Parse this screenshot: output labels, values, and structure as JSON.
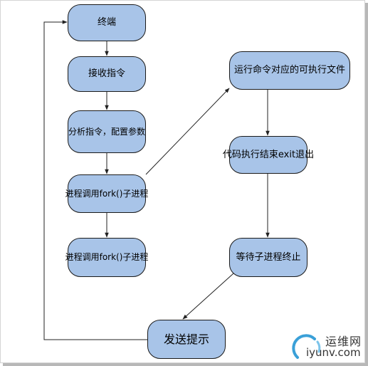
{
  "nodes": {
    "terminal": "终端",
    "receive": "接收指令",
    "parse": "分析指令，配置参数",
    "fork1": "进程调用fork()子进程",
    "fork2": "进程调用fork()子进程",
    "exec": "运行命令对应的可执行文件",
    "exit": "代码执行结束exit退出",
    "wait": "等待子进程终止",
    "prompt": "发送提示"
  },
  "watermark": {
    "cn": "运维网",
    "en": "iyunv.com"
  },
  "colors": {
    "node_fill": "#a8c4e8",
    "node_border": "#1a1a1a",
    "line": "#222222"
  }
}
